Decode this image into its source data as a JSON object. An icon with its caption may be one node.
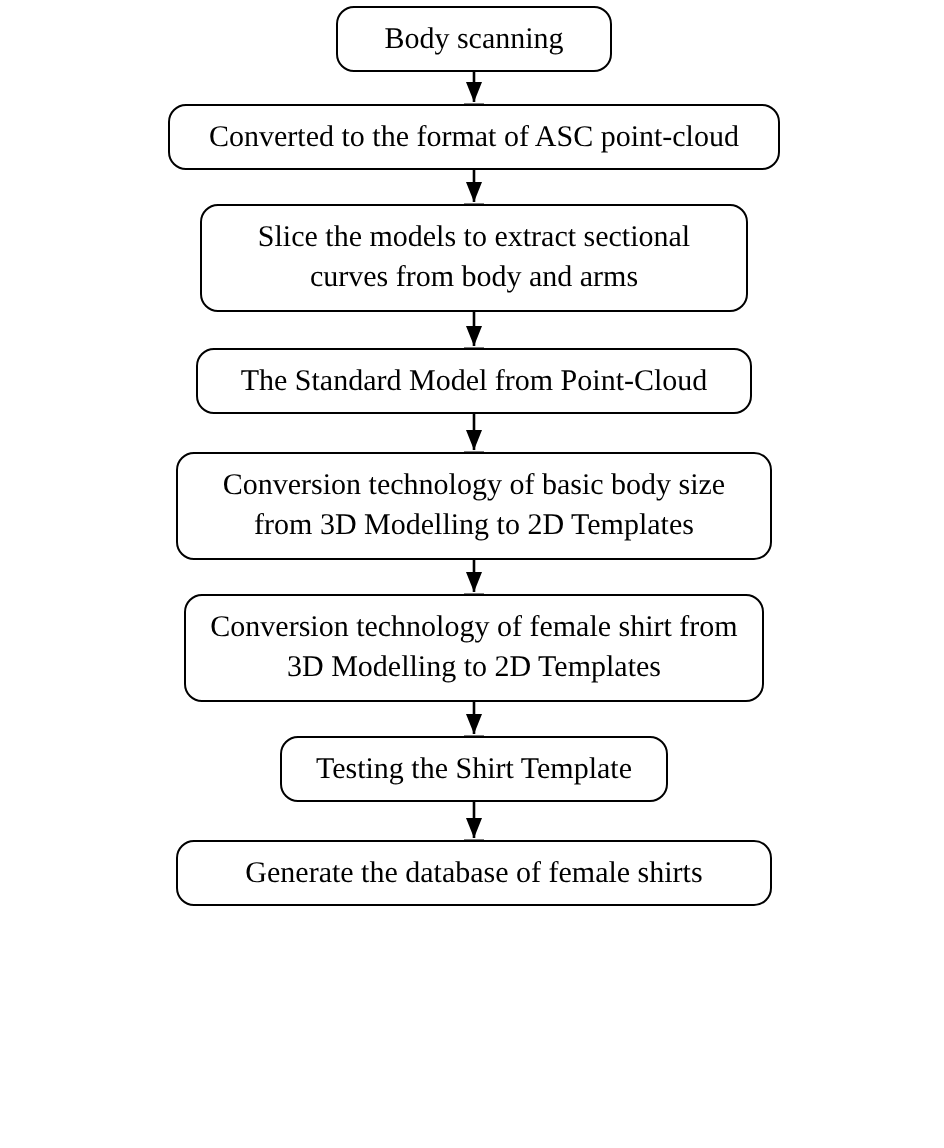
{
  "diagram": {
    "nodes": [
      {
        "text": [
          "Body scanning"
        ]
      },
      {
        "text": [
          "Converted to the format of ASC point-cloud"
        ]
      },
      {
        "text": [
          "Slice the models to extract sectional curves from body and arms"
        ]
      },
      {
        "text": [
          "The Standard Model from Point-Cloud"
        ]
      },
      {
        "text": [
          "Conversion technology of basic body size from 3D Modelling to 2D Templates"
        ]
      },
      {
        "text": [
          "Conversion technology of female shirt from 3D Modelling to 2D Templates"
        ]
      },
      {
        "text": [
          "Testing the Shirt Template"
        ]
      },
      {
        "text": [
          "Generate the database of female shirts"
        ]
      }
    ],
    "edges": [
      {
        "from": 0,
        "to": 1,
        "arrow": "to"
      },
      {
        "from": 1,
        "to": 2,
        "arrow": "to"
      },
      {
        "from": 2,
        "to": 3,
        "arrow": "to"
      },
      {
        "from": 3,
        "to": 4,
        "arrow": "to"
      },
      {
        "from": 4,
        "to": 5,
        "arrow": "to"
      },
      {
        "from": 5,
        "to": 6,
        "arrow": "to"
      },
      {
        "from": 6,
        "to": 7,
        "arrow": "to"
      }
    ]
  }
}
